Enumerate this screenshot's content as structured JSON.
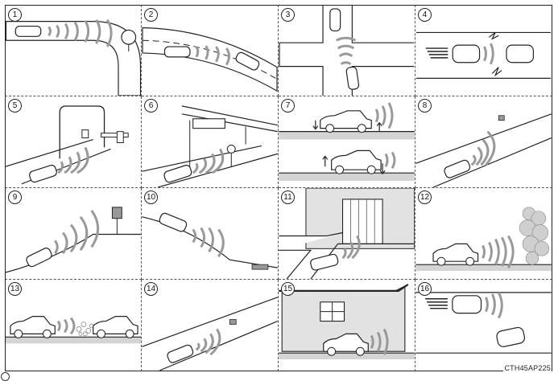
{
  "figure": {
    "code": "CTH45AP225",
    "panels": [
      {
        "label": "1"
      },
      {
        "label": "2"
      },
      {
        "label": "3"
      },
      {
        "label": "4"
      },
      {
        "label": "5"
      },
      {
        "label": "6"
      },
      {
        "label": "7"
      },
      {
        "label": "8"
      },
      {
        "label": "9"
      },
      {
        "label": "10"
      },
      {
        "label": "11"
      },
      {
        "label": "12"
      },
      {
        "label": "13"
      },
      {
        "label": "14"
      },
      {
        "label": "15"
      },
      {
        "label": "16"
      }
    ]
  },
  "colors": {
    "line": "#222222",
    "road": "#ffffff",
    "ground": "#d4d4d4",
    "wave": "#999999",
    "wall": "#e2e2e2"
  }
}
